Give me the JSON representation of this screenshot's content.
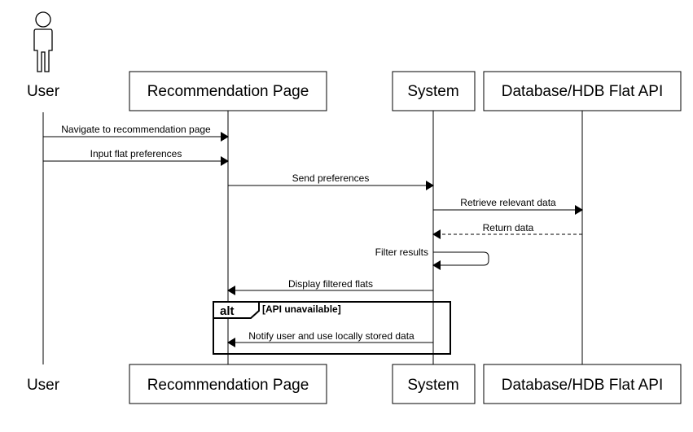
{
  "participants": {
    "user": "User",
    "page": "Recommendation Page",
    "system": "System",
    "api": "Database/HDB Flat API"
  },
  "messages": [
    {
      "from": "user",
      "to": "page",
      "label": "Navigate to recommendation page",
      "style": "solid"
    },
    {
      "from": "user",
      "to": "page",
      "label": "Input flat preferences",
      "style": "solid"
    },
    {
      "from": "page",
      "to": "system",
      "label": "Send preferences",
      "style": "solid"
    },
    {
      "from": "system",
      "to": "api",
      "label": "Retrieve relevant data",
      "style": "solid"
    },
    {
      "from": "api",
      "to": "system",
      "label": "Return data",
      "style": "dashed"
    },
    {
      "from": "system",
      "to": "system",
      "label": "Filter results",
      "style": "self"
    },
    {
      "from": "system",
      "to": "page",
      "label": "Display filtered flats",
      "style": "solid"
    },
    {
      "from": "system",
      "to": "page",
      "label": "Notify user and use locally stored data",
      "style": "solid"
    }
  ],
  "fragment": {
    "keyword": "alt",
    "condition": "[API unavailable]"
  }
}
